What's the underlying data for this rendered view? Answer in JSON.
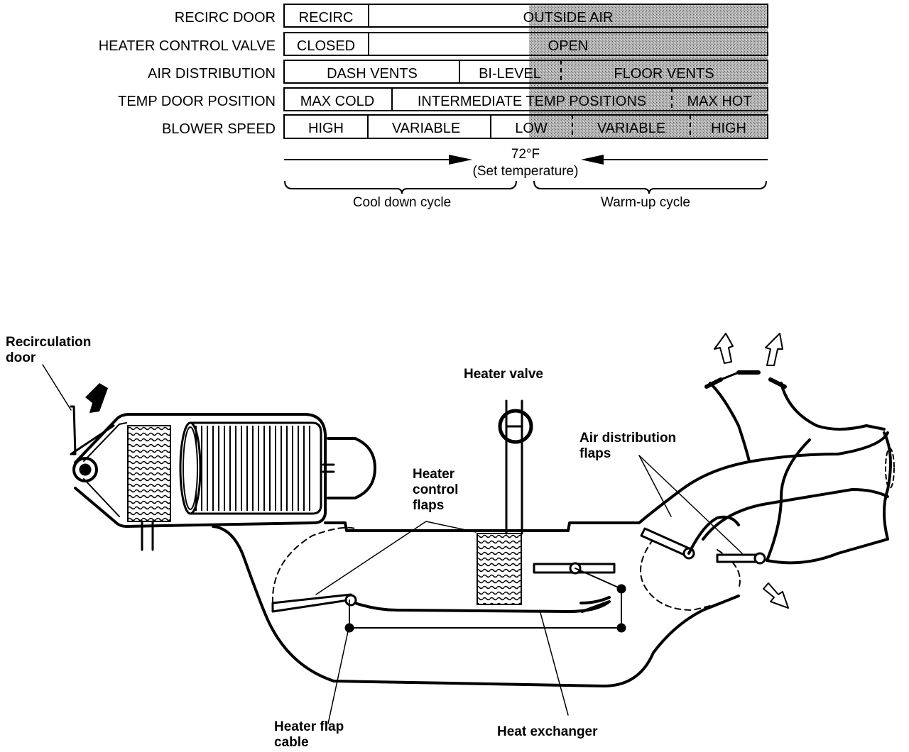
{
  "table": {
    "rows": [
      {
        "label": "RECIRC DOOR",
        "cells": [
          "RECIRC",
          "OUTSIDE AIR"
        ]
      },
      {
        "label": "HEATER CONTROL VALVE",
        "cells": [
          "CLOSED",
          "OPEN"
        ]
      },
      {
        "label": "AIR DISTRIBUTION",
        "cells": [
          "DASH VENTS",
          "BI-LEVEL",
          "FLOOR VENTS"
        ]
      },
      {
        "label": "TEMP DOOR POSITION",
        "cells": [
          "MAX COLD",
          "INTERMEDIATE TEMP POSITIONS",
          "MAX HOT"
        ]
      },
      {
        "label": "BLOWER SPEED",
        "cells": [
          "HIGH",
          "VARIABLE",
          "LOW",
          "VARIABLE",
          "HIGH"
        ]
      }
    ]
  },
  "set_point": {
    "temp": "72°F",
    "label": "(Set temperature)"
  },
  "cycles": {
    "cool": "Cool down cycle",
    "warm": "Warm-up cycle"
  },
  "callouts": {
    "recirc_door_1": "Recirculation",
    "recirc_door_2": "door",
    "heater_valve": "Heater valve",
    "heater_control_1": "Heater",
    "heater_control_2": "control",
    "heater_control_3": "flaps",
    "air_dist_1": "Air distribution",
    "air_dist_2": "flaps",
    "heater_flap_cable_1": "Heater flap",
    "heater_flap_cable_2": "cable",
    "heat_exchanger": "Heat exchanger"
  },
  "colors": {
    "ink": "#000000",
    "warm_shade": "#9a9a9a",
    "paper": "#ffffff"
  }
}
